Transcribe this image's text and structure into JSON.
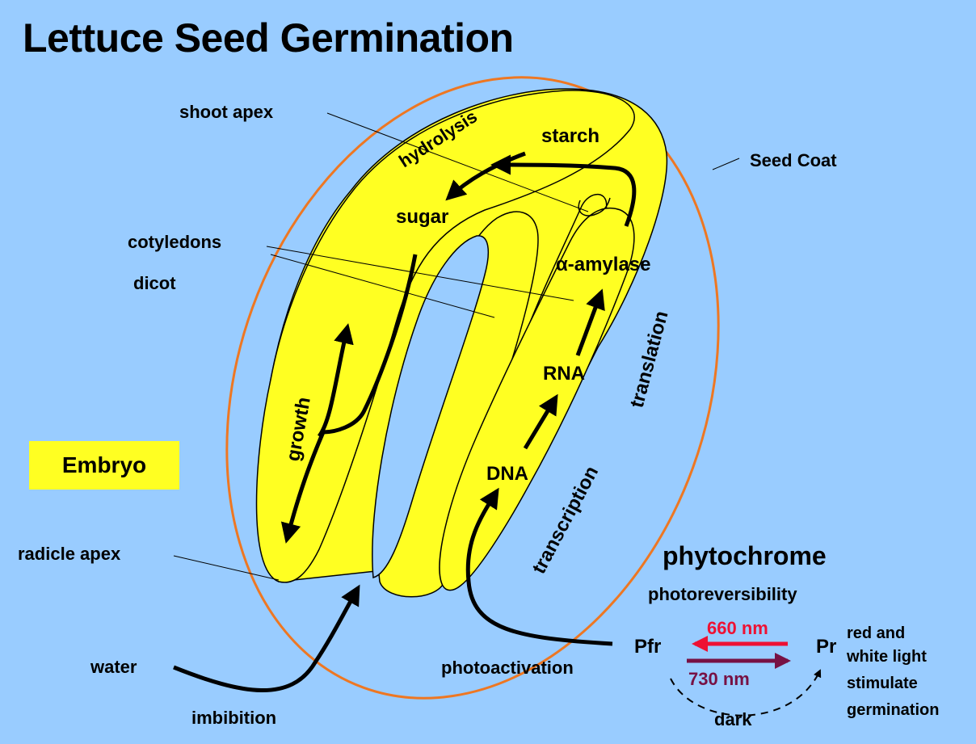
{
  "title": "Lettuce Seed Germination",
  "labels": {
    "shoot_apex": "shoot apex",
    "hydrolysis": "hydrolysis",
    "starch": "starch",
    "sugar": "sugar",
    "seed_coat": "Seed Coat",
    "cotyledons": "cotyledons",
    "dicot": "dicot",
    "alpha_amylase": "α-amylase",
    "translation": "translation",
    "rna": "RNA",
    "growth": "growth",
    "transcription": "transcription",
    "dna": "DNA",
    "embryo": "Embryo",
    "radicle_apex": "radicle apex",
    "water": "water",
    "imbibition": "imbibition",
    "photoactivation": "photoactivation",
    "phytochrome": "phytochrome",
    "photoreversibility": "photoreversibility",
    "pfr": "Pfr",
    "pr": "Pr",
    "nm660": "660 nm",
    "nm730": "730 nm",
    "dark": "dark",
    "red_white_1": "red and",
    "red_white_2": "white light",
    "red_white_3": "stimulate",
    "red_white_4": "germination"
  },
  "colors": {
    "background": "#99ccff",
    "seed_fill": "#ffff22",
    "seed_coat": "#ee7722",
    "red_light": "#ee1133",
    "far_red_light": "#771144"
  }
}
